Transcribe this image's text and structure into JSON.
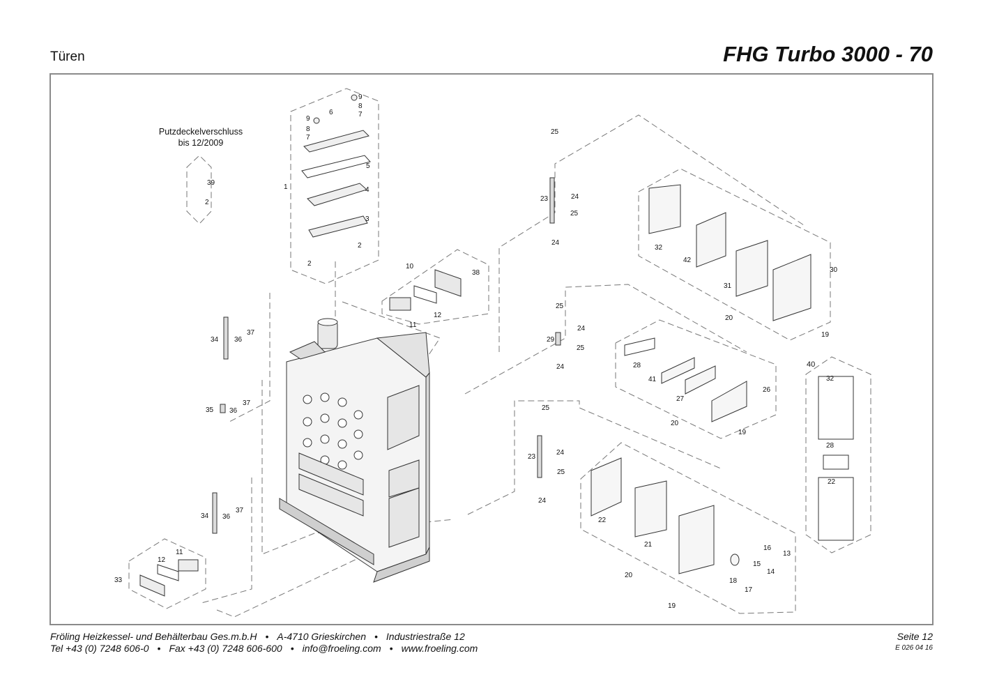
{
  "header": {
    "section": "Türen",
    "title": "FHG Turbo 3000 - 70"
  },
  "diagram": {
    "caption_line1": "Putzdeckelverschluss",
    "caption_line2": "bis 12/2009",
    "callouts": [
      "1",
      "2",
      "3",
      "4",
      "5",
      "6",
      "7",
      "8",
      "9",
      "10",
      "11",
      "12",
      "13",
      "14",
      "15",
      "16",
      "17",
      "18",
      "19",
      "20",
      "21",
      "22",
      "23",
      "24",
      "25",
      "26",
      "27",
      "28",
      "29",
      "30",
      "31",
      "32",
      "33",
      "34",
      "35",
      "36",
      "37",
      "38",
      "39",
      "40",
      "41",
      "42"
    ]
  },
  "footer": {
    "company": "Fröling Heizkessel- und Behälterbau Ges.m.b.H",
    "address_city": "A-4710 Grieskirchen",
    "address_street": "Industriestraße 12",
    "tel": "Tel +43 (0) 7248 606-0",
    "fax": "Fax +43 (0) 7248 606-600",
    "email": "info@froeling.com",
    "web": "www.froeling.com",
    "bullet": "•",
    "page": "Seite 12",
    "doc_code": "E 026 04 16"
  }
}
